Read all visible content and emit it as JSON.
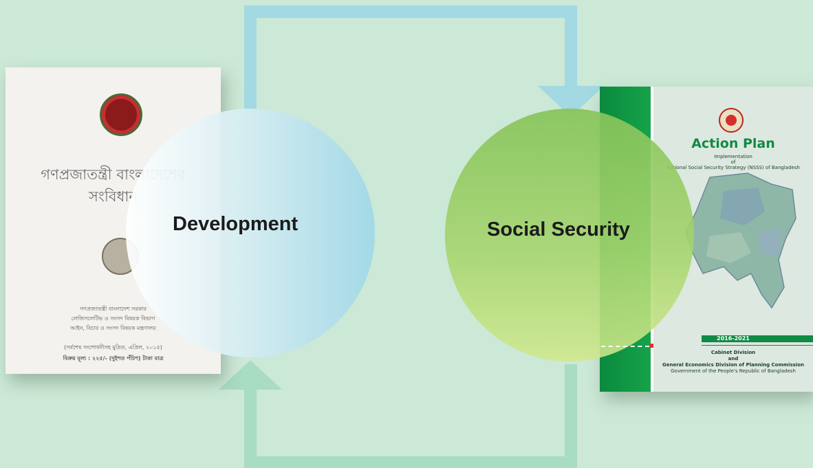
{
  "diagram": {
    "left_circle_label": "Development",
    "right_circle_label": "Social Security",
    "colors": {
      "background": "#cce8d6",
      "arrow_top": "#a2d9e2",
      "arrow_bottom": "#a8dcc3",
      "accent_green": "#118a45"
    }
  },
  "left_document": {
    "title_line1": "গণপ্রজাতন্ত্রী বাংলাদেশের",
    "title_line2": "সংবিধান",
    "publisher_lines": [
      "গণপ্রজাতন্ত্রী বাংলাদেশ সরকার",
      "লেজিসলেটিভ ও সংসদ বিষয়ক বিভাগ",
      "আইন, বিচার ও সংসদ বিষয়ক মন্ত্রণালয়"
    ],
    "footer_lines": [
      "(সর্বশেষ সংশোধনীসহ মুদ্রিত, এপ্রিল, ২০১৫)",
      "বিক্রয় মূল্য : ২২৫/- (দুইশত পঁচিশ) টাকা মাত্র"
    ]
  },
  "right_document": {
    "title": "Action Plan",
    "subtitle_line1": "Implementation",
    "subtitle_line2": "of",
    "subtitle_line3": "National Social Security Strategy (NSSS) of Bangladesh",
    "years": "2016-2021",
    "org_line1": "Cabinet Division",
    "org_line2": "and",
    "org_line3": "General Economics Division of Planning Commission",
    "org_line4": "Government of the People's Republic of Bangladesh"
  }
}
